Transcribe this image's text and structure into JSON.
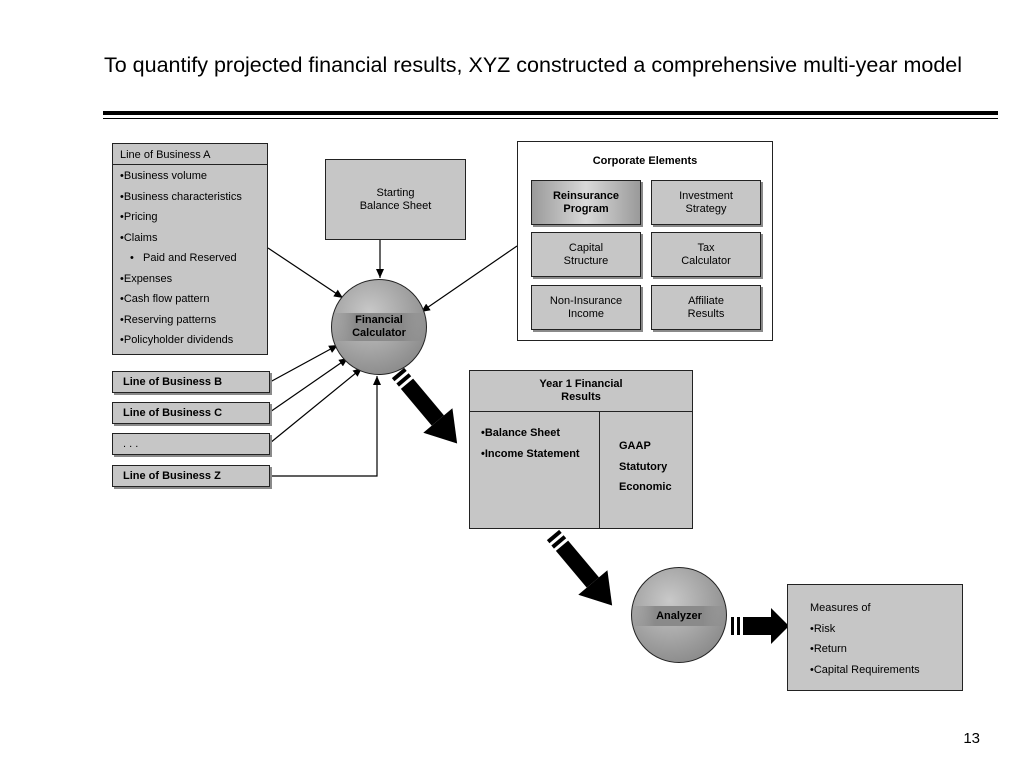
{
  "title": "To quantify projected financial results, XYZ constructed a comprehensive multi-year model",
  "lob_a": {
    "header": "Line of Business A",
    "items": [
      "•Business volume",
      "•Business characteristics",
      "•Pricing",
      "•Claims",
      "•   Paid and Reserved",
      "•Expenses",
      "•Cash flow pattern",
      "•Reserving patterns",
      "•Policyholder dividends"
    ]
  },
  "lob_others": [
    "Line of Business B",
    "Line of Business C",
    ". . .",
    "Line of Business Z"
  ],
  "starting_balance_sheet": "Starting Balance Sheet",
  "financial_calculator": "Financial Calculator",
  "corporate": {
    "title": "Corporate Elements",
    "items": [
      "Reinsurance Program",
      "Investment Strategy",
      "Capital Structure",
      "Tax Calculator",
      "Non-Insurance Income",
      "Affiliate Results"
    ]
  },
  "year1": {
    "header": "Year 1 Financial Results",
    "left_items": [
      "•Balance Sheet",
      "•Income Statement"
    ],
    "right_items": [
      "GAAP",
      "Statutory",
      "Economic"
    ]
  },
  "analyzer": "Analyzer",
  "measures": {
    "title": "Measures of",
    "items": [
      "•Risk",
      "•Return",
      "•Capital Requirements"
    ]
  },
  "page_number": "13"
}
